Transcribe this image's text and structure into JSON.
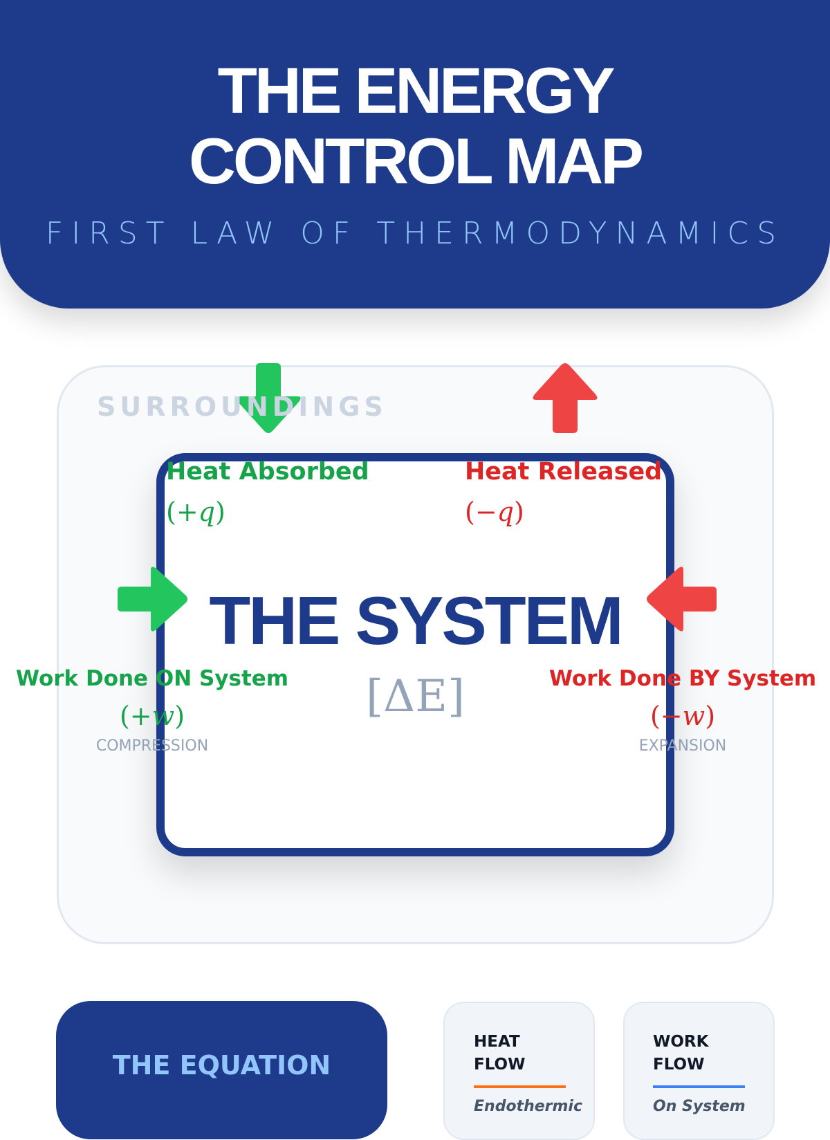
{
  "header": {
    "title_line1": "THE ENERGY",
    "title_line2": "CONTROL MAP",
    "subtitle": "FIRST LAW OF THERMODYNAMICS"
  },
  "surroundings": {
    "label": "SURROUNDINGS"
  },
  "system": {
    "title": "THE SYSTEM",
    "symbol": "[ΔE]"
  },
  "heat_in": {
    "label": "Heat Absorbed",
    "sign": "(+",
    "var": "q",
    "close": ")"
  },
  "heat_out": {
    "label": "Heat Released",
    "sign": "(−",
    "var": "q",
    "close": ")"
  },
  "work_on": {
    "label": "Work Done ON System",
    "sign": "(+",
    "var": "w",
    "close": ")",
    "note": "COMPRESSION"
  },
  "work_by": {
    "label": "Work Done BY System",
    "sign": "(−",
    "var": "w",
    "close": ")",
    "note": "EXPANSION"
  },
  "colors": {
    "primary": "#1e3a8a",
    "positive": "#22c55e",
    "negative": "#ef4444",
    "heat_accent": "#f97316",
    "work_accent": "#3b82f6"
  },
  "equation": {
    "title": "THE EQUATION"
  },
  "cards": [
    {
      "title_line1": "HEAT",
      "title_line2": "FLOW",
      "sub": "Endothermic"
    },
    {
      "title_line1": "WORK",
      "title_line2": "FLOW",
      "sub": "On System"
    }
  ]
}
